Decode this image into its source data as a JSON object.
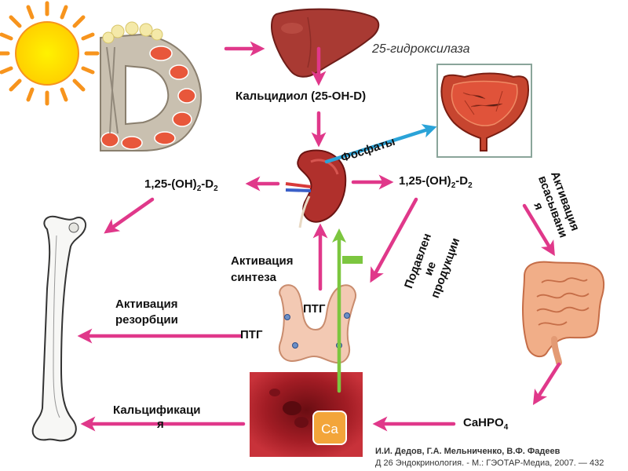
{
  "labels": {
    "hydroxylase": "25-гидроксилаза",
    "calcidiol": "Кальцидиол (25-OH-D)",
    "phosphates": "Фосфаты",
    "left_vit": {
      "prefix": "1,25-(OH)",
      "sub1": "2",
      "mid": "-D",
      "sub2": "2"
    },
    "right_vit": {
      "prefix": "1,25-(OH)",
      "sub1": "2",
      "mid": "-D",
      "sub2": "2"
    },
    "absorption_activation": [
      "Активация",
      "всасывани",
      "я"
    ],
    "suppression": [
      "Подавлен",
      "ие",
      "продукции"
    ],
    "synthesis_activation": [
      "Активация",
      "синтеза"
    ],
    "resorption_activation": [
      "Активация",
      "резорбции"
    ],
    "ptg_gland": "ПТГ",
    "ptg_left": "ПТГ",
    "calcification": [
      "Кальцификаци",
      "я"
    ],
    "cahpo4": {
      "prefix": "CaHPO",
      "sub": "4"
    },
    "ca_badge": "Ca",
    "d_letter": "D",
    "minus_sign": "−",
    "citation_authors": "И.И. Дедов, Г.А. Мельниченко, В.Ф. Фадеев",
    "citation_book": "Д 26 Эндокринология. - М.: ГЭОТАР-Медиа, 2007. — 432"
  },
  "colors": {
    "arrow": "#e0388a",
    "phosphate_arrow": "#2aa3d8",
    "inhibit_arrow": "#7cc63f",
    "liver": "#a93a33",
    "kidney": "#b0302c",
    "intestine": "#f1ae88",
    "bladder": "#c7452f",
    "parathyroid": "#f3c9b3",
    "vessel": "#9e1b22",
    "ca_badge": "#f3a53a"
  },
  "icons": [
    "sun-icon",
    "vitamin-d-food-letter",
    "liver-icon",
    "bladder-icon",
    "kidney-icon",
    "bone-icon",
    "intestine-icon",
    "parathyroid-icon",
    "blood-vessel-icon",
    "calcium-badge"
  ]
}
